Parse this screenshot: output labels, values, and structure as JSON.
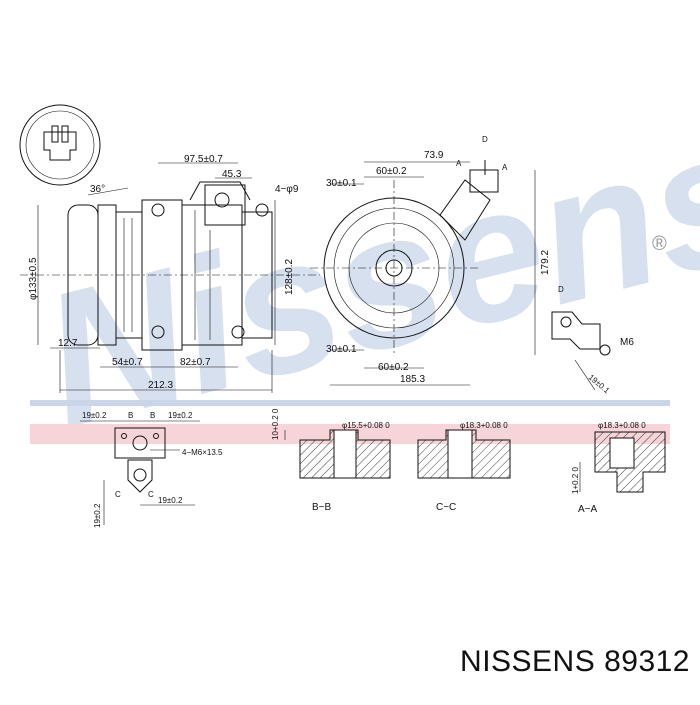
{
  "brand_text": "NISSENS 89312",
  "watermark": "Nissens",
  "registered_mark": "®",
  "colors": {
    "line": "#111111",
    "watermark_blue": "#c9d6ea",
    "watermark_pink": "#f2c9cf",
    "band_pink": "#f6d4d8"
  },
  "dims": {
    "angle36": "36°",
    "d975": "97.5±0.7",
    "d453": "45.3",
    "holes": "4−φ9",
    "phi133": "φ133±0.5",
    "h128": "128±0.2",
    "d127": "12.7",
    "d54": "54±0.7",
    "d82": "82±0.7",
    "d2123": "212.3",
    "d739": "73.9",
    "d30top": "30±0.1",
    "d60top": "60±0.2",
    "labelD": "D",
    "labelA1": "A",
    "labelA2": "A",
    "h1792": "179.2",
    "d30bot": "30±0.1",
    "d60bot": "60±0.2",
    "d1853": "185.3",
    "labelD2": "D",
    "m6": "M6",
    "d19side": "19±0.1",
    "det19l": "19±0.2",
    "detB1": "B",
    "detB2": "B",
    "det19r": "19±0.2",
    "detM6": "4−M6×13.5",
    "detC1": "C",
    "detC2": "C",
    "det19b": "19±0.2",
    "det19v": "19±0.2",
    "sec10": "10+0.2 0",
    "secB15": "φ15.5+0.08 0",
    "secC18": "φ18.3+0.08 0",
    "secA18": "φ18.3+0.08 0",
    "sec1": "1+0.2 0",
    "capBB": "B−B",
    "capCC": "C−C",
    "capAA": "A−A"
  }
}
